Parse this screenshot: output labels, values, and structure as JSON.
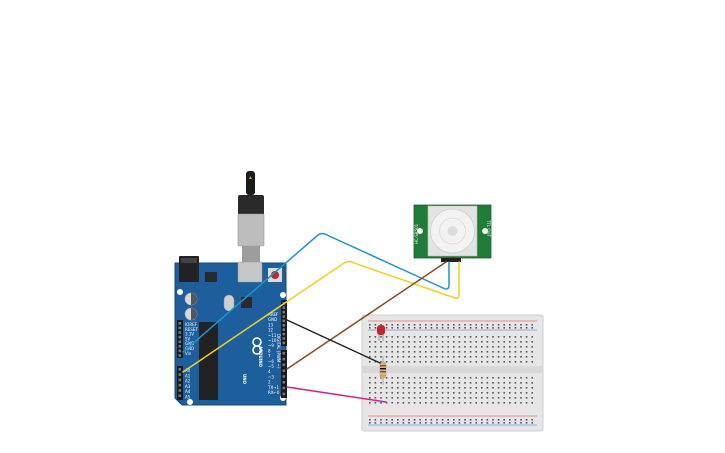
{
  "arduino": {
    "brand": "ARDUINO",
    "model": "UNO",
    "digital_header_label": "DIGITAL (PWM ~)",
    "power_labels": [
      "IOREF",
      "RESET",
      "3.3V",
      "5V",
      "GND",
      "GND",
      "Vin"
    ],
    "analog_labels": [
      "A0",
      "A1",
      "A2",
      "A3",
      "A4",
      "A5"
    ],
    "pin_labels": [
      "AREF",
      "GND",
      "13",
      "12",
      "~11",
      "~10",
      "~9",
      "8",
      "7",
      "~6",
      "~5",
      "4",
      "~3",
      "2",
      "TX→1",
      "RX←0"
    ]
  },
  "pir_sensor": {
    "left_label": "HC-SR501",
    "right_label": "TTL OUT"
  },
  "wire_colors": {
    "usb": "#1b1b1b",
    "signal": "#1797c9",
    "power": "#f0d21a",
    "ground": "#8b4a22",
    "led": "#222222",
    "resistor": "#d41f8c"
  },
  "component_colors": {
    "board": "#1c5f9c",
    "pir_board": "#1e7d36",
    "led": "#c8232a",
    "breadboard": "#e9e9e9"
  }
}
